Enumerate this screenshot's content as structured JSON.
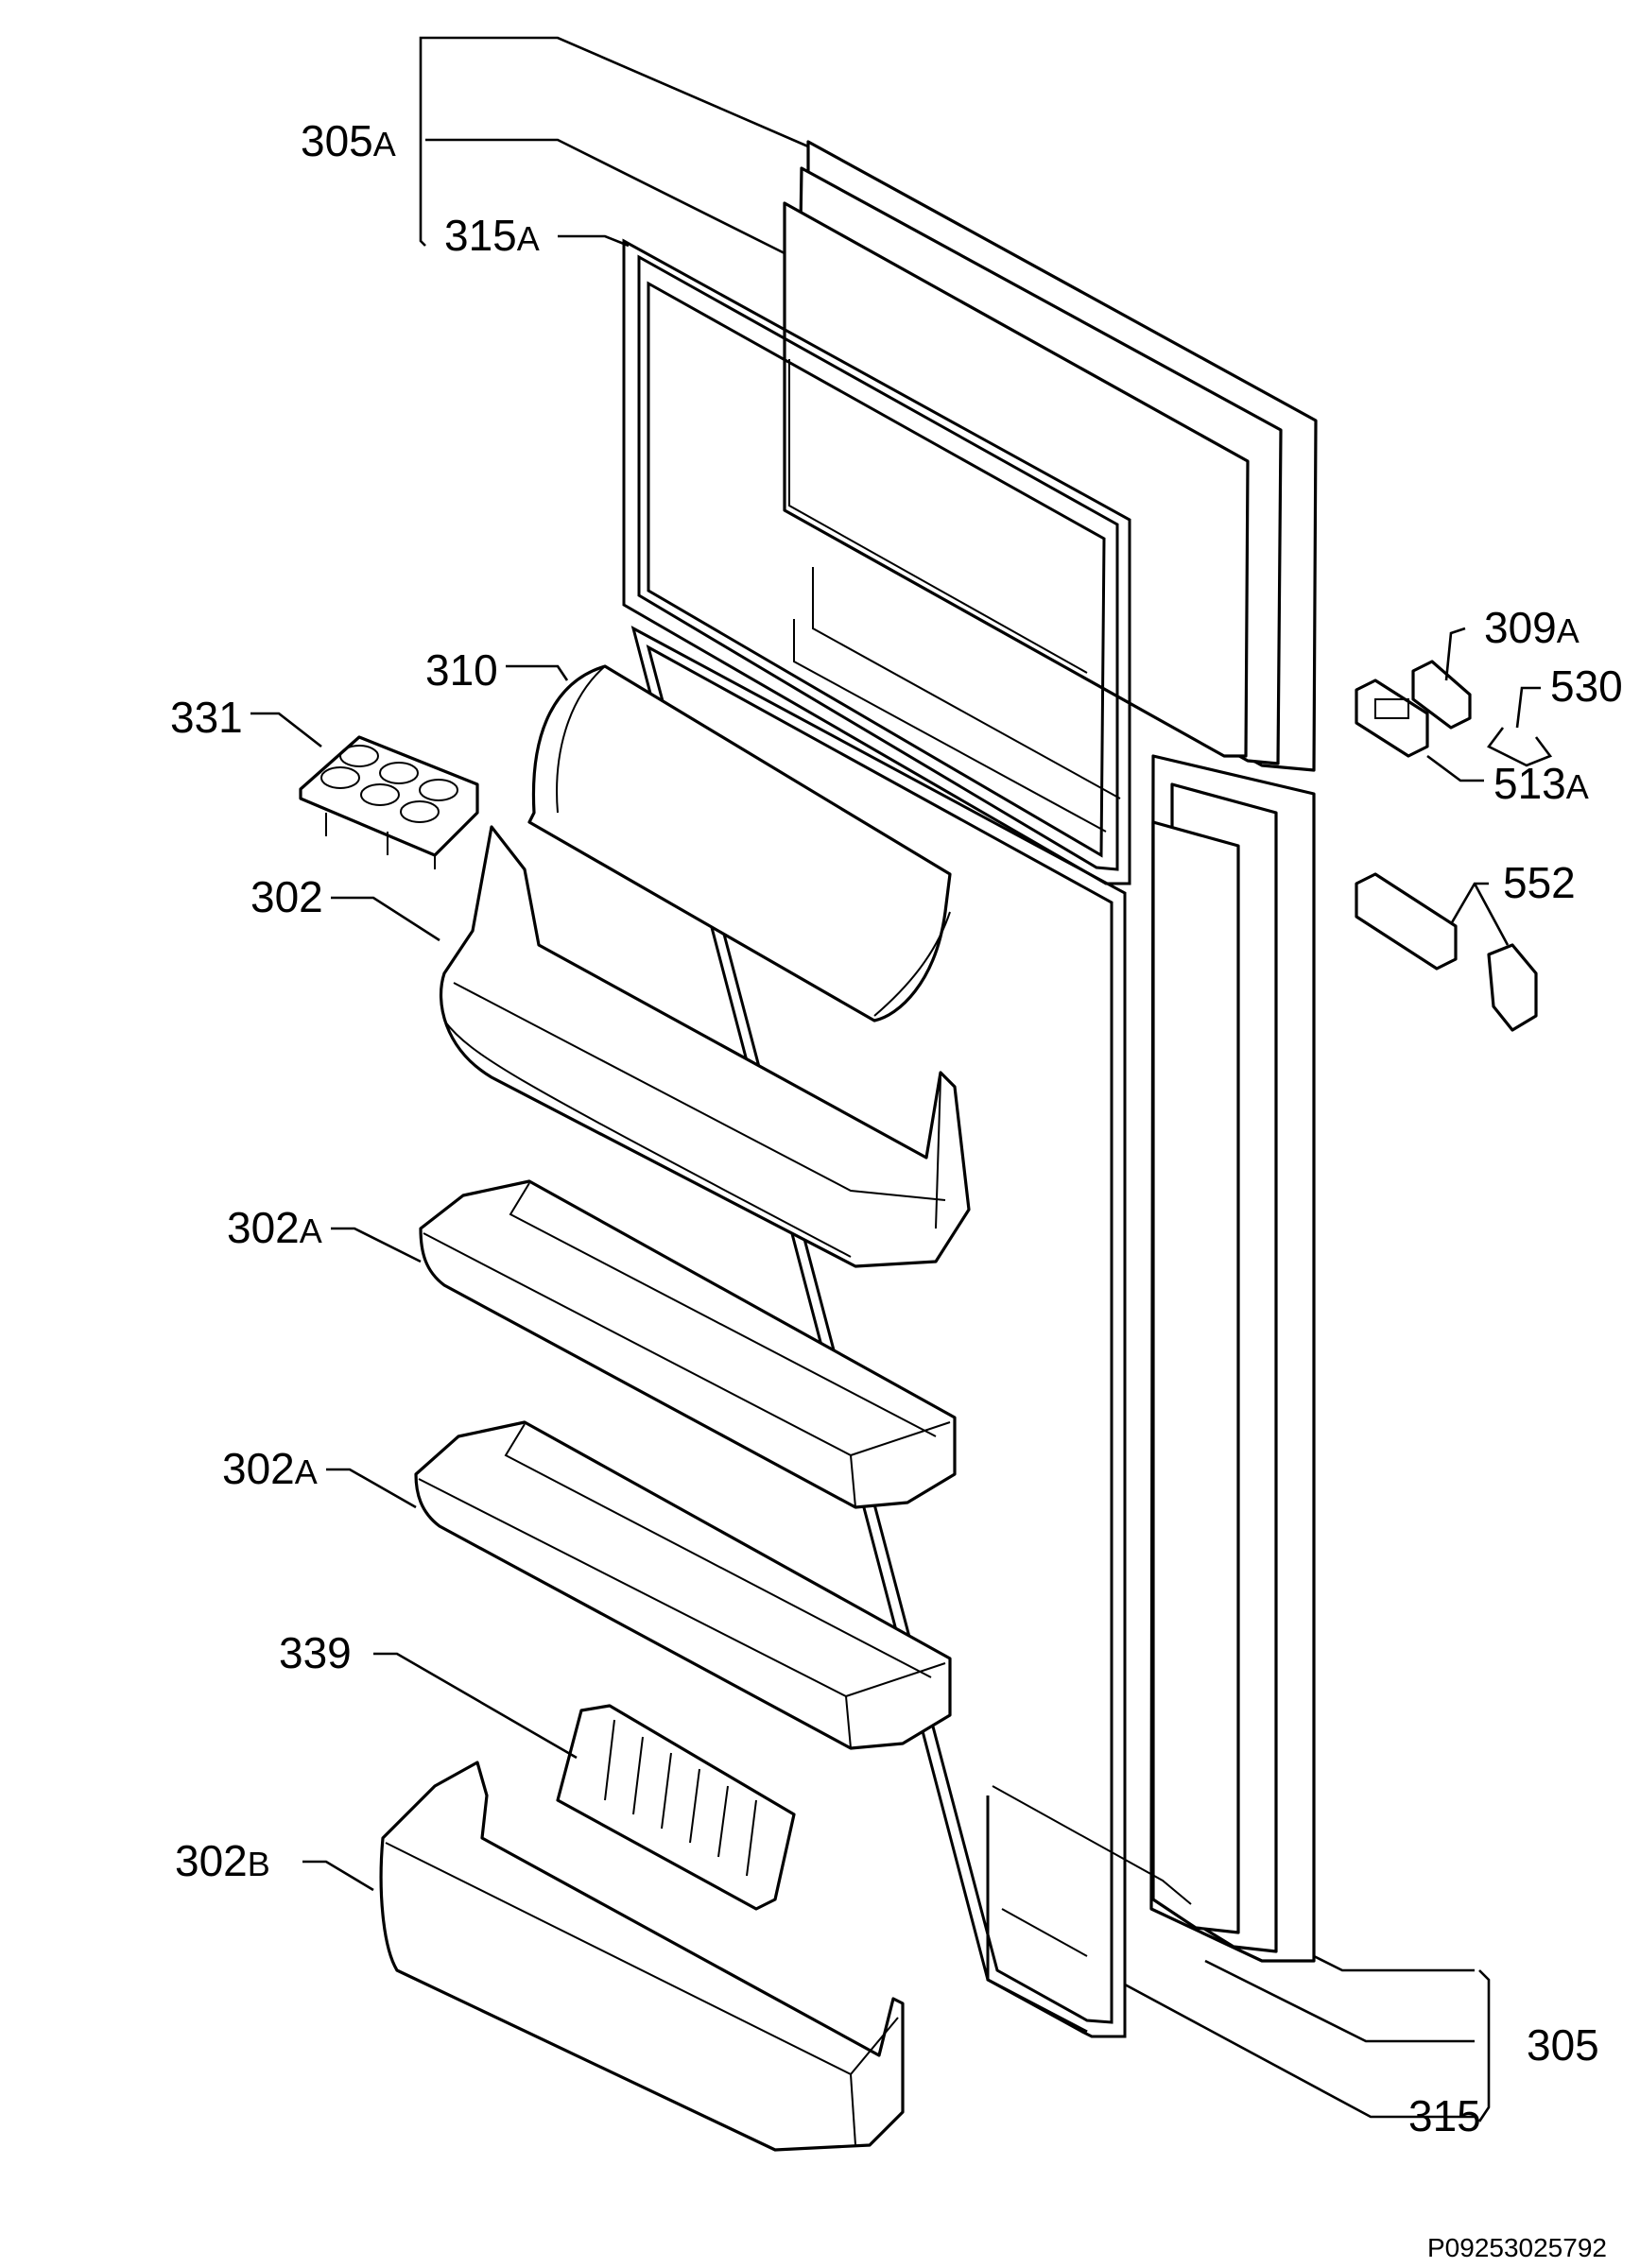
{
  "callouts": [
    {
      "id": "305a-top",
      "num": "305",
      "suffix": "A"
    },
    {
      "id": "315a",
      "num": "315",
      "suffix": "A"
    },
    {
      "id": "309a",
      "num": "309",
      "suffix": "A"
    },
    {
      "id": "530",
      "num": "530",
      "suffix": ""
    },
    {
      "id": "513a",
      "num": "513",
      "suffix": "A"
    },
    {
      "id": "552",
      "num": "552",
      "suffix": ""
    },
    {
      "id": "310",
      "num": "310",
      "suffix": ""
    },
    {
      "id": "331",
      "num": "331",
      "suffix": ""
    },
    {
      "id": "302",
      "num": "302",
      "suffix": ""
    },
    {
      "id": "302a-1",
      "num": "302",
      "suffix": "A"
    },
    {
      "id": "302a-2",
      "num": "302",
      "suffix": "A"
    },
    {
      "id": "339",
      "num": "339",
      "suffix": ""
    },
    {
      "id": "302b",
      "num": "302",
      "suffix": "B"
    },
    {
      "id": "305",
      "num": "305",
      "suffix": ""
    },
    {
      "id": "315",
      "num": "315",
      "suffix": ""
    }
  ],
  "drawing_code": "P09253025792",
  "colors": {
    "line": "#000000",
    "background": "#ffffff"
  }
}
